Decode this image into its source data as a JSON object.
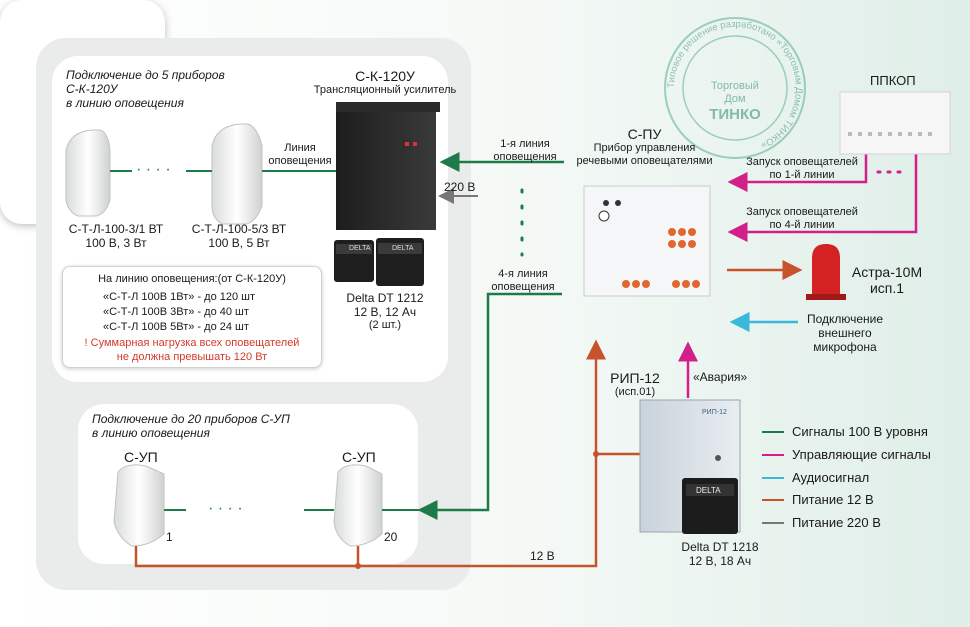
{
  "colors": {
    "signal_100v": "#1f7a4a",
    "control": "#d21f8a",
    "audio": "#3ab8dc",
    "power_12v": "#c6532b",
    "power_220v": "#777777"
  },
  "top_panel": {
    "caption_line1": "Подключение до 5 приборов",
    "caption_line2": "С-К-120У",
    "caption_line3": "в линию оповещения"
  },
  "amplifier": {
    "title": "С-К-120У",
    "subtitle": "Трансляционный усилитель"
  },
  "line_label_1": "Линия",
  "line_label_2": "оповещения",
  "speaker_small": {
    "name": "С-Т-Л-100-3/1 ВТ",
    "spec": "100 В, 3 Вт"
  },
  "speaker_large": {
    "name": "С-Т-Л-100-5/3 ВТ",
    "spec": "100 В, 5 Вт"
  },
  "dots": "· · · ·",
  "battery_small": {
    "name": "Delta DT 1212",
    "spec": "12 В, 12 Ач",
    "qty": "(2 шт.)",
    "brand": "DELTA"
  },
  "info_box": {
    "line1": "На линию оповещения:(от С-К-120У)",
    "line2": "«С-Т-Л 100В 1Вт» - до 120 шт",
    "line3": "«С-Т-Л 100В 3Вт» - до  40 шт",
    "line4": "«С-Т-Л 100В 5Вт» - до  24 шт",
    "warning1": "! Суммарная нагрузка всех оповещателей",
    "warning2": "не должна превышать 120 Вт"
  },
  "bottom_panel": {
    "caption_line1": "Подключение до 20 приборов С-УП",
    "caption_line2": "в линию оповещения",
    "sup_left_label": "С-УП",
    "sup_right_label": "С-УП",
    "num_left": "1",
    "num_right": "20"
  },
  "line1_label": {
    "a": "1-я линия",
    "b": "оповещения"
  },
  "line4_label": {
    "a": "4-я линия",
    "b": "оповещения"
  },
  "power_220": "220 В",
  "power_12": "12 В",
  "spu": {
    "title": "С-ПУ",
    "sub1": "Прибор управления",
    "sub2": "речевыми оповещателями"
  },
  "stamp": {
    "ring_text": "Типовое решение разработано «Торговым Домом ТИНКО»",
    "brand_small": "Торговый Дом",
    "brand": "ТИНКО"
  },
  "ppkop": {
    "label": "ППКОП"
  },
  "launch1": {
    "a": "Запуск оповещателей",
    "b": "по 1-й линии"
  },
  "launch4": {
    "a": "Запуск оповещателей",
    "b": "по 4-й линии"
  },
  "astra": {
    "a": "Астра-10М",
    "b": "исп.1"
  },
  "mic": {
    "a": "Подключение",
    "b": "внешнего",
    "c": "микрофона"
  },
  "alarm": "«Авария»",
  "rip": {
    "title": "РИП-12",
    "sub": "(исп.01)",
    "device_label": "РИП-12"
  },
  "battery_large": {
    "name": "Delta DT 1218",
    "spec": "12 В, 18 Ач",
    "brand": "DELTA"
  },
  "legend": [
    {
      "label": "Сигналы 100 В  уровня",
      "color": "#1f7a4a"
    },
    {
      "label": "Управляющие сигналы",
      "color": "#d21f8a"
    },
    {
      "label": "Аудиосигнал",
      "color": "#3ab8dc"
    },
    {
      "label": "Питание 12 В",
      "color": "#c6532b"
    },
    {
      "label": "Питание 220 В",
      "color": "#777777"
    }
  ]
}
